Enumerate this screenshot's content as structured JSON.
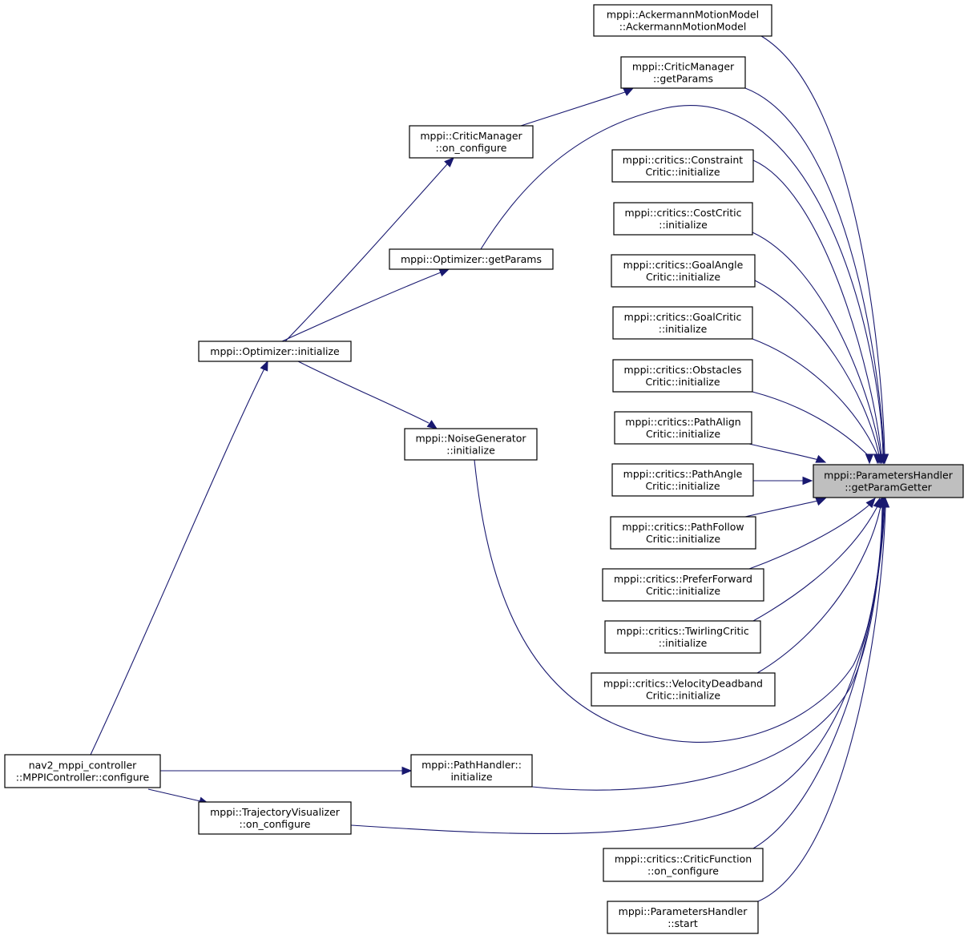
{
  "colors": {
    "edge": "#191970",
    "node_fill": "#ffffff",
    "focus_fill": "#bfbfbf",
    "border": "#000000"
  },
  "nodes": {
    "params_handler_getter": {
      "line1": "mppi::ParametersHandler",
      "line2": "::getParamGetter"
    },
    "ackermann": {
      "line1": "mppi::AckermannMotionModel",
      "line2": "::AckermannMotionModel"
    },
    "critic_manager_getparams": {
      "line1": "mppi::CriticManager",
      "line2": "::getParams"
    },
    "critic_manager_configure": {
      "line1": "mppi::CriticManager",
      "line2": "::on_configure"
    },
    "optimizer_getparams": {
      "line1": "mppi::Optimizer::getParams",
      "line2": ""
    },
    "optimizer_initialize": {
      "line1": "mppi::Optimizer::initialize",
      "line2": ""
    },
    "noise_generator": {
      "line1": "mppi::NoiseGenerator",
      "line2": "::initialize"
    },
    "constraint_critic": {
      "line1": "mppi::critics::Constraint",
      "line2": "Critic::initialize"
    },
    "cost_critic": {
      "line1": "mppi::critics::CostCritic",
      "line2": "::initialize"
    },
    "goal_angle_critic": {
      "line1": "mppi::critics::GoalAngle",
      "line2": "Critic::initialize"
    },
    "goal_critic": {
      "line1": "mppi::critics::GoalCritic",
      "line2": "::initialize"
    },
    "obstacles_critic": {
      "line1": "mppi::critics::Obstacles",
      "line2": "Critic::initialize"
    },
    "path_align_critic": {
      "line1": "mppi::critics::PathAlign",
      "line2": "Critic::initialize"
    },
    "path_angle_critic": {
      "line1": "mppi::critics::PathAngle",
      "line2": "Critic::initialize"
    },
    "path_follow_critic": {
      "line1": "mppi::critics::PathFollow",
      "line2": "Critic::initialize"
    },
    "prefer_forward_critic": {
      "line1": "mppi::critics::PreferForward",
      "line2": "Critic::initialize"
    },
    "twirling_critic": {
      "line1": "mppi::critics::TwirlingCritic",
      "line2": "::initialize"
    },
    "velocity_deadband_critic": {
      "line1": "mppi::critics::VelocityDeadband",
      "line2": "Critic::initialize"
    },
    "mppi_controller": {
      "line1": "nav2_mppi_controller",
      "line2": "::MPPIController::configure"
    },
    "path_handler": {
      "line1": "mppi::PathHandler::",
      "line2": "initialize"
    },
    "trajectory_visualizer": {
      "line1": "mppi::TrajectoryVisualizer",
      "line2": "::on_configure"
    },
    "critic_function": {
      "line1": "mppi::critics::CriticFunction",
      "line2": "::on_configure"
    },
    "params_handler_start": {
      "line1": "mppi::ParametersHandler",
      "line2": "::start"
    }
  },
  "edges": [
    {
      "from": "ackermann",
      "to": "params_handler_getter"
    },
    {
      "from": "critic_manager_getparams",
      "to": "params_handler_getter"
    },
    {
      "from": "optimizer_getparams",
      "to": "params_handler_getter"
    },
    {
      "from": "constraint_critic",
      "to": "params_handler_getter"
    },
    {
      "from": "cost_critic",
      "to": "params_handler_getter"
    },
    {
      "from": "goal_angle_critic",
      "to": "params_handler_getter"
    },
    {
      "from": "goal_critic",
      "to": "params_handler_getter"
    },
    {
      "from": "obstacles_critic",
      "to": "params_handler_getter"
    },
    {
      "from": "path_align_critic",
      "to": "params_handler_getter"
    },
    {
      "from": "path_angle_critic",
      "to": "params_handler_getter"
    },
    {
      "from": "path_follow_critic",
      "to": "params_handler_getter"
    },
    {
      "from": "prefer_forward_critic",
      "to": "params_handler_getter"
    },
    {
      "from": "twirling_critic",
      "to": "params_handler_getter"
    },
    {
      "from": "velocity_deadband_critic",
      "to": "params_handler_getter"
    },
    {
      "from": "noise_generator",
      "to": "params_handler_getter"
    },
    {
      "from": "path_handler",
      "to": "params_handler_getter"
    },
    {
      "from": "trajectory_visualizer",
      "to": "params_handler_getter"
    },
    {
      "from": "critic_function",
      "to": "params_handler_getter"
    },
    {
      "from": "params_handler_start",
      "to": "params_handler_getter"
    },
    {
      "from": "critic_manager_configure",
      "to": "critic_manager_getparams"
    },
    {
      "from": "optimizer_initialize",
      "to": "critic_manager_configure"
    },
    {
      "from": "optimizer_initialize",
      "to": "optimizer_getparams"
    },
    {
      "from": "optimizer_initialize",
      "to": "noise_generator"
    },
    {
      "from": "mppi_controller",
      "to": "optimizer_initialize"
    },
    {
      "from": "mppi_controller",
      "to": "path_handler"
    },
    {
      "from": "mppi_controller",
      "to": "trajectory_visualizer"
    }
  ]
}
